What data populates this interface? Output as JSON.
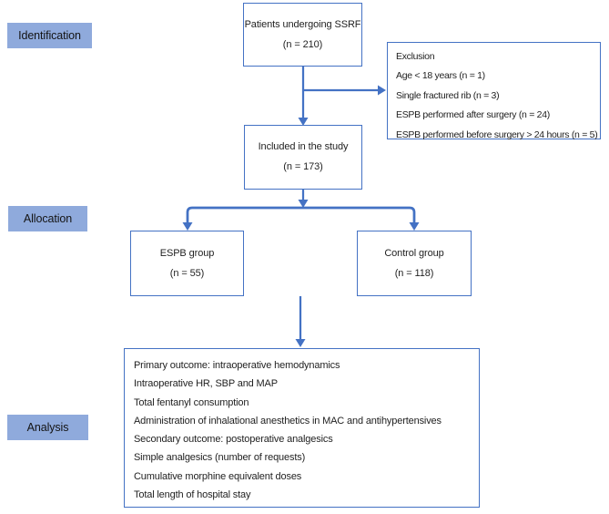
{
  "stage_labels": [
    "Identification",
    "Allocation",
    "Analysis"
  ],
  "boxes": {
    "patients": {
      "title": "Patients undergoing SSRF",
      "count": "(n = 210)"
    },
    "exclusion": {
      "title": "Exclusion",
      "lines": [
        "Age < 18 years (n = 1)",
        "Single fractured rib (n = 3)",
        "ESPB performed after surgery (n = 24)",
        "ESPB performed before surgery > 24 hours (n = 5)"
      ]
    },
    "included": {
      "title": "Included in the study",
      "count": "(n = 173)"
    },
    "espb": {
      "title": "ESPB group",
      "count": "(n = 55)"
    },
    "control": {
      "title": "Control group",
      "count": "(n = 118)"
    },
    "analysis": {
      "lines": [
        "Primary outcome: intraoperative hemodynamics",
        "Intraoperative HR, SBP and MAP",
        "Total fentanyl consumption",
        "Administration of inhalational anesthetics in MAC and antihypertensives",
        "Secondary outcome: postoperative analgesics",
        "Simple analgesics (number of requests)",
        "Cumulative morphine equivalent doses",
        "Total length of hospital stay"
      ]
    }
  },
  "colors": {
    "line_blue": "#4472C4",
    "stage_fill": "#8FAADC",
    "text": "#1F1F1F"
  }
}
